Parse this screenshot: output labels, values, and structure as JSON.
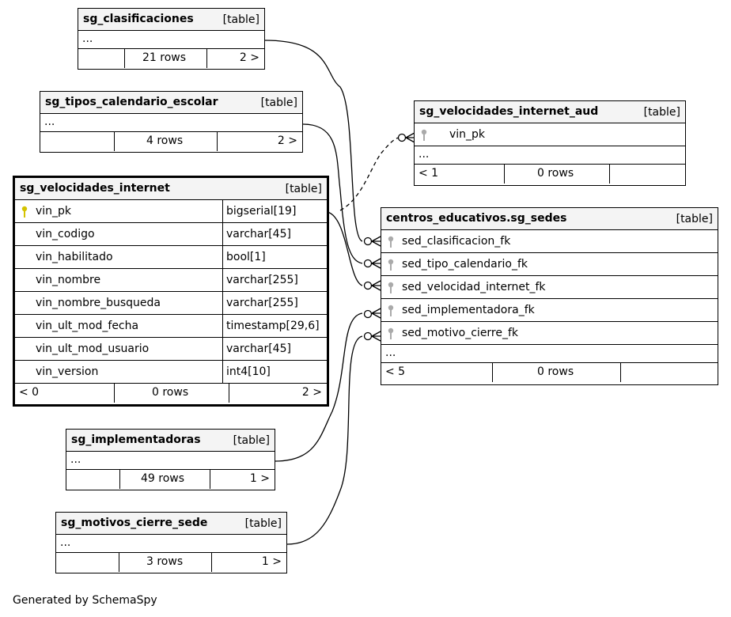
{
  "tables": {
    "sg_clasificaciones": {
      "name": "sg_clasificaciones",
      "kind": "[table]",
      "more": "...",
      "foot": {
        "left": "",
        "rows": "21 rows",
        "right": "2 >"
      }
    },
    "sg_tipos_calendario_escolar": {
      "name": "sg_tipos_calendario_escolar",
      "kind": "[table]",
      "more": "...",
      "foot": {
        "left": "",
        "rows": "4 rows",
        "right": "2 >"
      }
    },
    "sg_velocidades_internet_aud": {
      "name": "sg_velocidades_internet_aud",
      "kind": "[table]",
      "columns": [
        {
          "name": "vin_pk"
        }
      ],
      "more": "...",
      "foot": {
        "left": "< 1",
        "rows": "0 rows",
        "right": ""
      }
    },
    "sg_velocidades_internet": {
      "name": "sg_velocidades_internet",
      "kind": "[table]",
      "columns": [
        {
          "name": "vin_pk",
          "type": "bigserial[19]"
        },
        {
          "name": "vin_codigo",
          "type": "varchar[45]"
        },
        {
          "name": "vin_habilitado",
          "type": "bool[1]"
        },
        {
          "name": "vin_nombre",
          "type": "varchar[255]"
        },
        {
          "name": "vin_nombre_busqueda",
          "type": "varchar[255]"
        },
        {
          "name": "vin_ult_mod_fecha",
          "type": "timestamp[29,6]"
        },
        {
          "name": "vin_ult_mod_usuario",
          "type": "varchar[45]"
        },
        {
          "name": "vin_version",
          "type": "int4[10]"
        }
      ],
      "foot": {
        "left": "< 0",
        "rows": "0 rows",
        "right": "2 >"
      }
    },
    "sg_sedes": {
      "name": "centros_educativos.sg_sedes",
      "kind": "[table]",
      "columns": [
        {
          "name": "sed_clasificacion_fk"
        },
        {
          "name": "sed_tipo_calendario_fk"
        },
        {
          "name": "sed_velocidad_internet_fk"
        },
        {
          "name": "sed_implementadora_fk"
        },
        {
          "name": "sed_motivo_cierre_fk"
        }
      ],
      "more": "...",
      "foot": {
        "left": "< 5",
        "rows": "0 rows",
        "right": ""
      }
    },
    "sg_implementadoras": {
      "name": "sg_implementadoras",
      "kind": "[table]",
      "more": "...",
      "foot": {
        "left": "",
        "rows": "49 rows",
        "right": "1 >"
      }
    },
    "sg_motivos_cierre_sede": {
      "name": "sg_motivos_cierre_sede",
      "kind": "[table]",
      "more": "...",
      "foot": {
        "left": "",
        "rows": "3 rows",
        "right": "1 >"
      }
    }
  },
  "colors": {
    "primary_key": "#d4c300",
    "foreign_key": "#aaaaaa",
    "header_bg": "#f4f4f4",
    "line": "#000000"
  },
  "caption": "Generated by SchemaSpy"
}
